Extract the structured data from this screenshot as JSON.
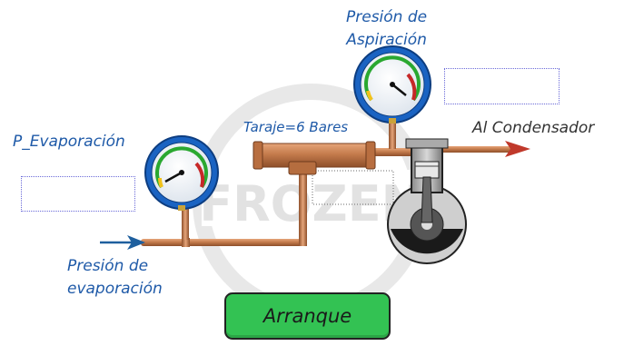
{
  "labels": {
    "suction_pressure": [
      "Presión de",
      "Aspiración"
    ],
    "evaporation_p": "P_Evaporación",
    "setting": "Taraje=6 Bares",
    "to_condenser": "Al Condensador",
    "evaporation_pressure": [
      "Presión de",
      "evaporación"
    ]
  },
  "watermark": "FROZEN",
  "start_button": {
    "label": "Arranque"
  },
  "inputs": {
    "evaporation_value": "",
    "suction_value": ""
  },
  "colors": {
    "label_blue": "#1f5aa8",
    "button_green": "#33c253",
    "pipe_copper": "#c27a4b",
    "arrow_red": "#c0392b",
    "arrow_blue": "#1e5f9e",
    "gauge_rim": "#1a63c2"
  },
  "icons": [
    "pressure-gauge-icon",
    "compressor-icon",
    "valve-icon",
    "arrow-right-icon"
  ]
}
